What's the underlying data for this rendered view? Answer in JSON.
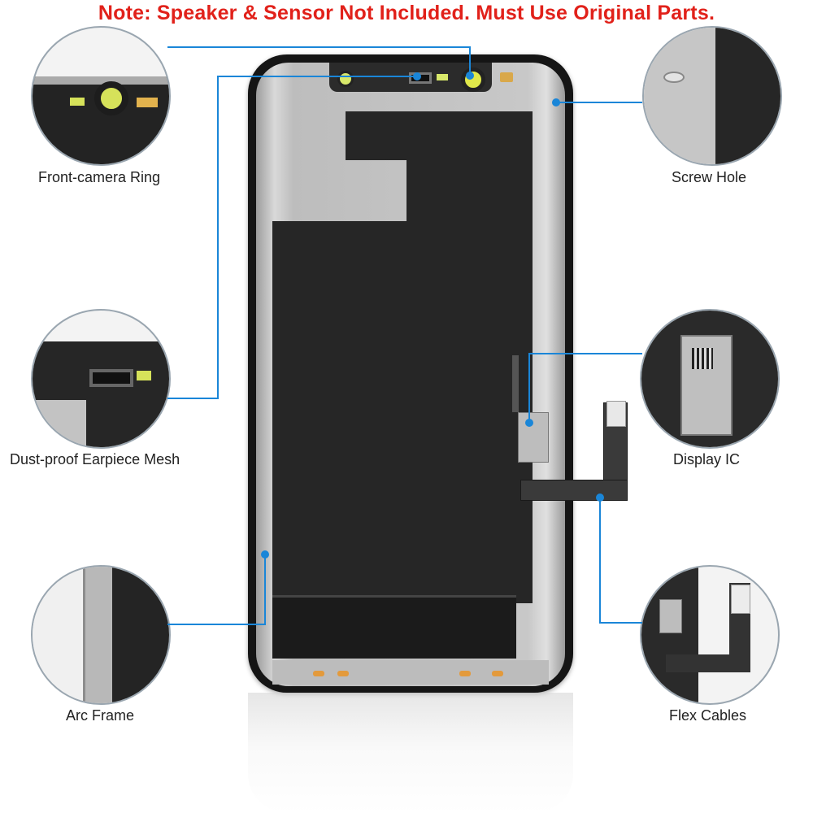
{
  "note": "Note: Speaker & Sensor Not Included. Must Use Original Parts.",
  "callouts": {
    "front_camera_ring": "Front-camera Ring",
    "dust_proof_mesh": "Dust-proof Earpiece Mesh",
    "arc_frame": "Arc Frame",
    "screw_hole": "Screw Hole",
    "display_ic": "Display IC",
    "flex_cables": "Flex Cables"
  },
  "colors": {
    "note_red": "#e1211a",
    "leader_line_blue": "#1a86d8",
    "panel_black": "#151515",
    "shield_silver": "#c9c9c9"
  }
}
